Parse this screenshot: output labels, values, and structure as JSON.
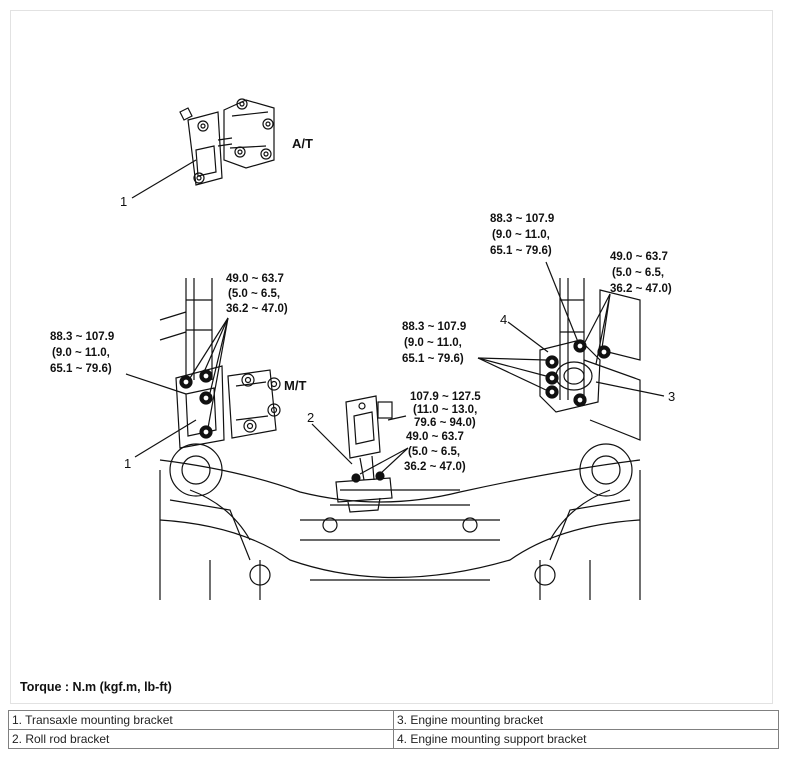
{
  "diagram": {
    "labels": {
      "at": "A/T",
      "mt": "M/T",
      "callout_1_top": "1",
      "callout_1_mid": "1",
      "callout_2": "2",
      "callout_3": "3",
      "callout_4": "4"
    },
    "torques": {
      "left_top": [
        "49.0 ~ 63.7",
        "(5.0 ~ 6.5,",
        "36.2 ~ 47.0)"
      ],
      "left_side": [
        "88.3 ~ 107.9",
        "(9.0 ~ 11.0,",
        "65.1 ~ 79.6)"
      ],
      "center_upper": [
        "107.9 ~ 127.5",
        "(11.0 ~ 13.0,",
        "79.6 ~ 94.0)"
      ],
      "center_lower": [
        "49.0 ~ 63.7",
        "(5.0 ~ 6.5,",
        "36.2 ~ 47.0)"
      ],
      "right_top": [
        "88.3 ~ 107.9",
        "(9.0 ~ 11.0,",
        "65.1 ~ 79.6)"
      ],
      "right_mid": [
        "88.3 ~ 107.9",
        "(9.0 ~ 11.0,",
        "65.1 ~ 79.6)"
      ],
      "right_far": [
        "49.0 ~ 63.7",
        "(5.0 ~ 6.5,",
        "36.2 ~ 47.0)"
      ]
    }
  },
  "torque_note": "Torque : N.m (kgf.m, lb-ft)",
  "legend": {
    "rows": [
      [
        "1. Transaxle mounting bracket",
        "3. Engine mounting bracket"
      ],
      [
        "2. Roll rod bracket",
        "4. Engine mounting support bracket"
      ]
    ]
  }
}
